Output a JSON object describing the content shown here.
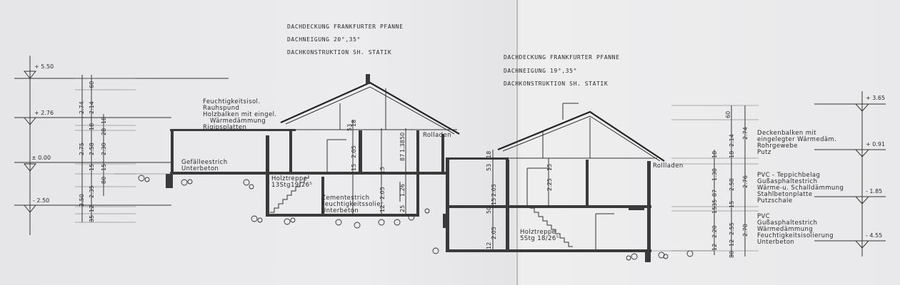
{
  "notes_left": {
    "roofing": "DACHDECKUNG  FRANKFURTER  PFANNE",
    "pitch": "DACHNEIGUNG      20°,35°",
    "structure": "DACHKONSTRUKTION  SH. STATIK"
  },
  "notes_right": {
    "roofing": "DACHDECKUNG  FRANKFURTER  PFANNE",
    "pitch": "DACHNEIGUNG    19°,35°",
    "structure": "DACHKONSTRUKTION  SH. STATIK"
  },
  "levels_left": [
    "+ 5.50",
    "+ 2.76",
    "± 0.00",
    "- 2.50"
  ],
  "levels_right": [
    "+ 3.65",
    "+ 0.91",
    "- 1.85",
    "- 4.55"
  ],
  "layers_roof_left": [
    "Feuchtigkeitsisol.",
    "Rauhspund",
    "Holzbalken mit eingel.",
    "Wärmedämmung",
    "Rigipsplatten"
  ],
  "layers_floor_left": [
    "Gefälleestrich",
    "Unterbeton"
  ],
  "layers_basement_left": [
    "Zementestrich",
    "Feuchtigkeitssolier.",
    "Unterbeton"
  ],
  "stair_left": [
    "Holztreppe",
    "13Stg19/26⁵"
  ],
  "stair_right": [
    "Holztreppe",
    "5Stg 18/26⁵"
  ],
  "shutter_left": "Rolladen",
  "shutter_right": "Rollladen",
  "layers_right_ceiling": [
    "Deckenbalken mit",
    "eingelegter Wärmedäm.",
    "Rohrgewebe",
    "Putz"
  ],
  "layers_right_floor": [
    "PVC - Teppichbelag",
    "Gußasphaltestrich",
    "Wärme-u. Schalldämmung",
    "Stahlbetonplatte",
    "Putzschale"
  ],
  "layers_right_base": [
    "PVC",
    "Gußasphaltestrich",
    "Wärmedämmung",
    "Feuchtigkeitsisolierung",
    "Unterbeton"
  ],
  "dims_left_outer": [
    "2.74",
    "2.75",
    "2.50"
  ],
  "dims_left_inner": [
    "60",
    "2.14",
    "18",
    "2.58",
    "15",
    "2.35",
    "12",
    "35"
  ],
  "dims_left_third": [
    "18",
    "28",
    "2.30",
    "15",
    "80"
  ],
  "dims_mid_left": [
    "53",
    "18",
    "2.05",
    "15",
    "15",
    "12",
    "1.38",
    "2.05",
    "1.26",
    "87",
    "25",
    "50"
  ],
  "dims_mid_right": [
    "53",
    "18",
    "2.05",
    "15",
    "50",
    "12",
    "2.05",
    "2.25",
    "15"
  ],
  "dims_right_outer": [
    "2.74",
    "2.76",
    "2.70"
  ],
  "dims_right_inner": [
    "60",
    "2.14",
    "18",
    "2.58",
    "15",
    "2.55",
    "12",
    "80"
  ],
  "dims_right_third": [
    "18",
    "1.38",
    "87",
    "35",
    "15",
    "2.20",
    "12"
  ]
}
